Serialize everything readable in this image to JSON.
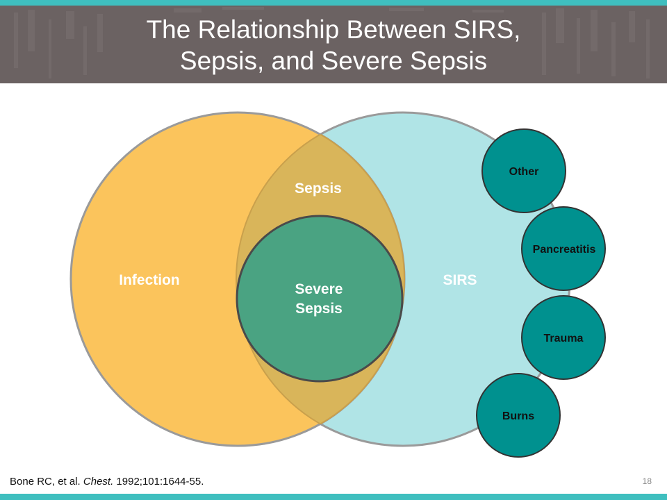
{
  "title": {
    "line1": "The Relationship Between SIRS,",
    "line2": "Sepsis, and Severe Sepsis"
  },
  "diagram": {
    "infection_label": "Infection",
    "sirs_label": "SIRS",
    "sepsis_label": "Sepsis",
    "severe_sepsis_line1": "Severe",
    "severe_sepsis_line2": "Sepsis",
    "causes": [
      "Other",
      "Pancreatitis",
      "Trauma",
      "Burns"
    ]
  },
  "citation": {
    "authors": "Bone RC, et al.",
    "journal": "Chest.",
    "details": "1992;101:1644-55."
  },
  "page_number": "18",
  "colors": {
    "accent_bar": "#3fbfbf",
    "header_bg": "#6b6262",
    "infection": "#fbc45c",
    "sirs": "#b0e4e6",
    "severe_sepsis": "#4aa382",
    "cause_circle": "#00918f"
  }
}
